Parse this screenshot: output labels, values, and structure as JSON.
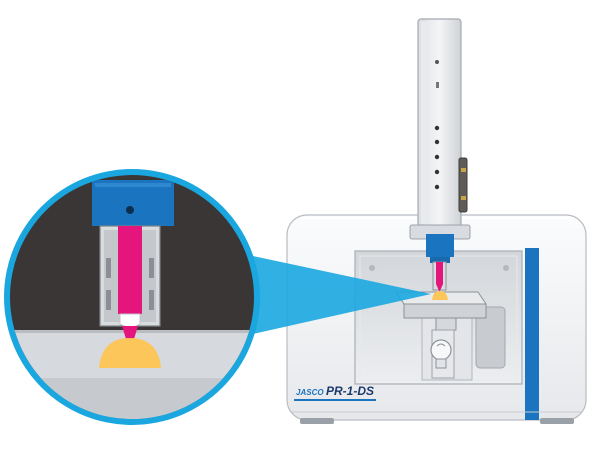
{
  "instrument": {
    "brand_logo": "JASCO",
    "model_name": "PR-1-DS"
  },
  "colors": {
    "accent_blue": "#1a74bf",
    "magnifier_ring": "#1aa7e0",
    "probe_magenta": "#e4157c",
    "sample_yellow": "#fcc65a",
    "body_white": "#f2f3f5",
    "chamber_grey": "#dddfe3",
    "lens_dark": "#3a3635"
  },
  "icons": [
    "magnifier-lens",
    "light-bulb-icon"
  ]
}
